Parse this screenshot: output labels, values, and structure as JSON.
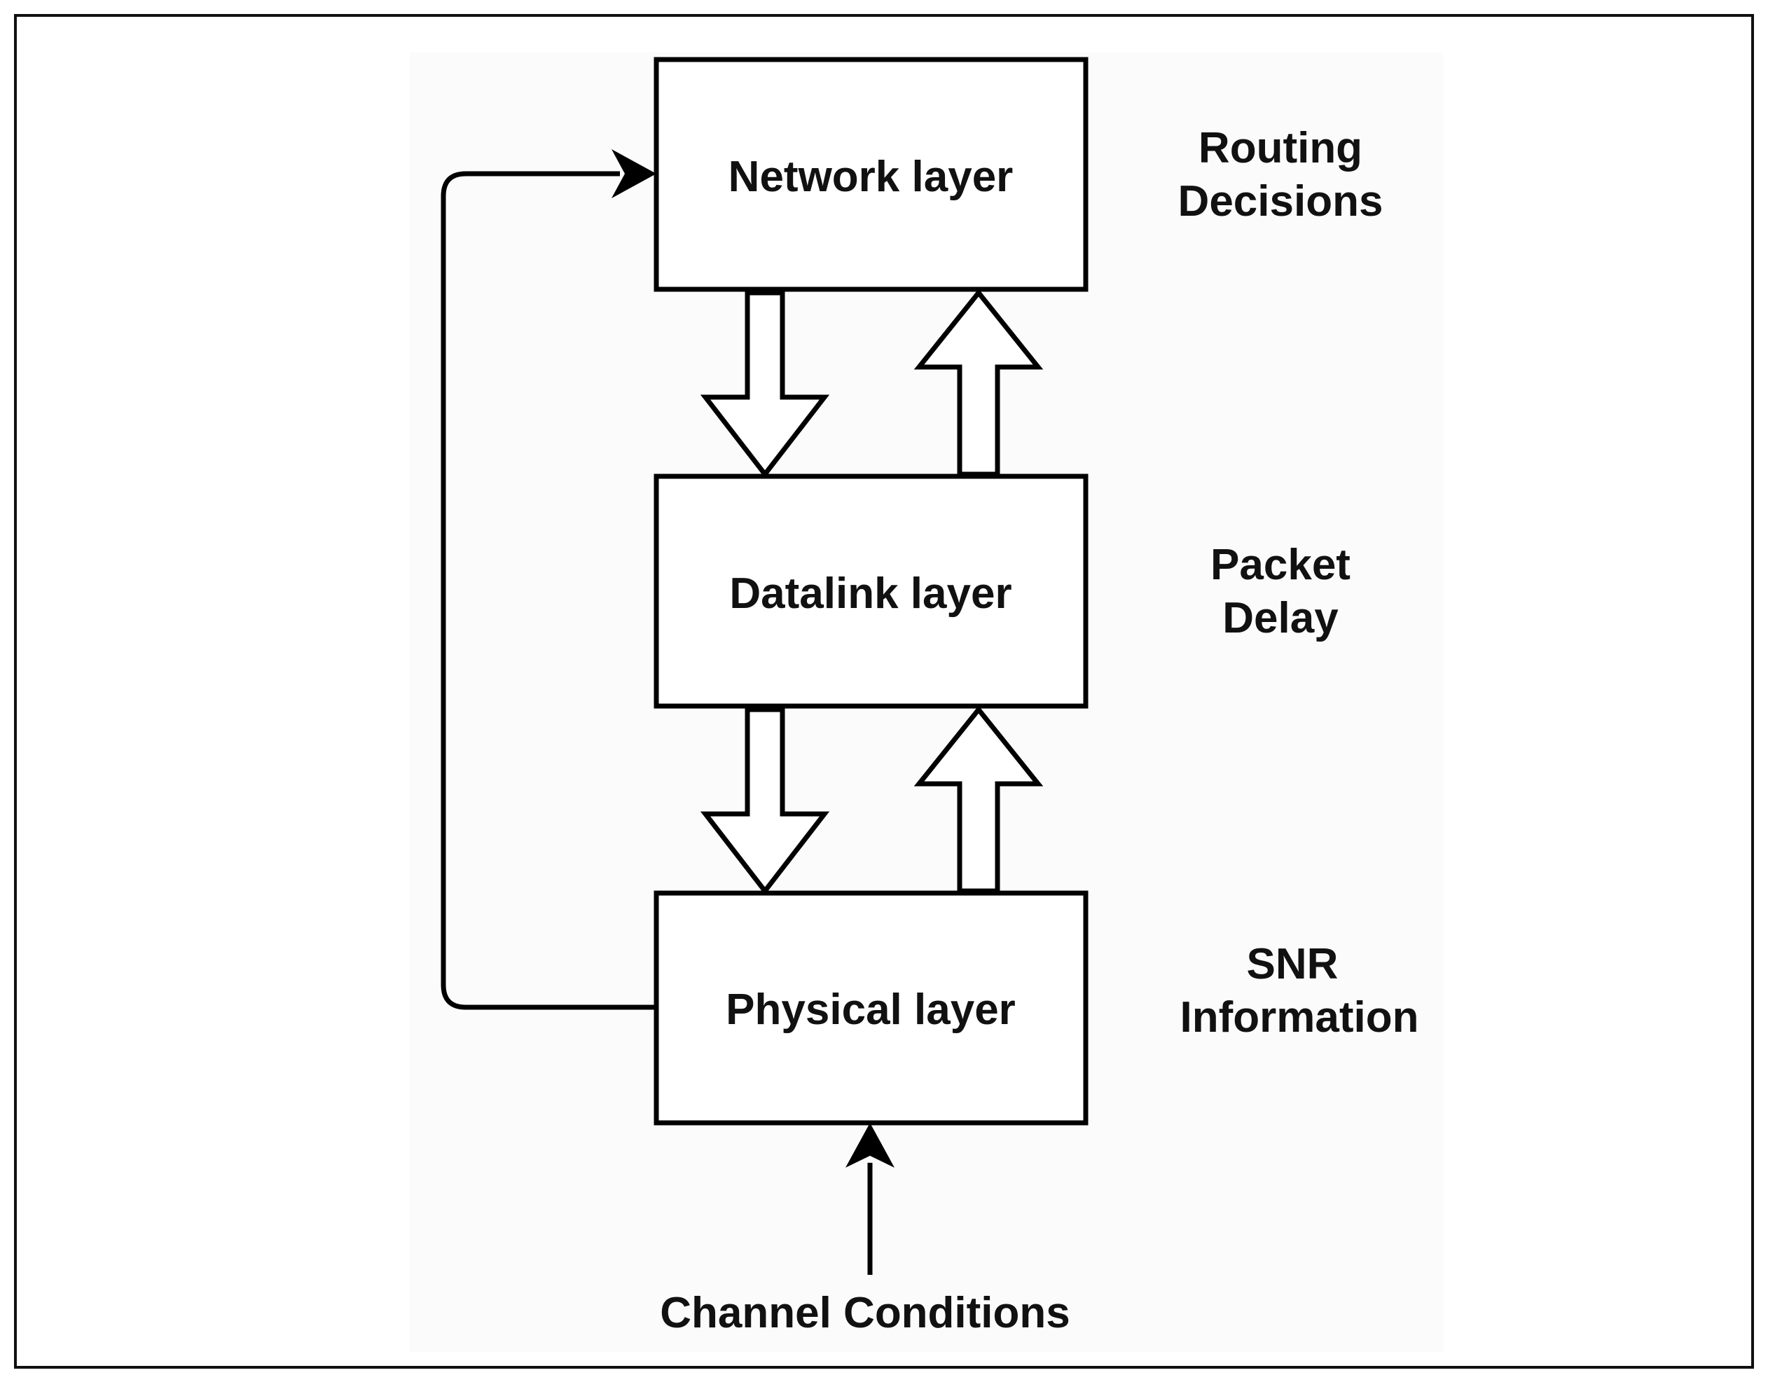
{
  "diagram": {
    "layers": [
      {
        "id": "network",
        "label": "Network layer"
      },
      {
        "id": "datalink",
        "label": "Datalink layer"
      },
      {
        "id": "physical",
        "label": "Physical layer"
      }
    ],
    "side_labels": {
      "network": [
        "Routing",
        "Decisions"
      ],
      "datalink": [
        "Packet",
        "Delay"
      ],
      "physical": [
        "SNR",
        "Information"
      ]
    },
    "input_label": "Channel Conditions",
    "edges": [
      {
        "from": "network",
        "to": "datalink",
        "style": "hollow-block-arrow"
      },
      {
        "from": "datalink",
        "to": "network",
        "style": "hollow-block-arrow"
      },
      {
        "from": "datalink",
        "to": "physical",
        "style": "hollow-block-arrow"
      },
      {
        "from": "physical",
        "to": "datalink",
        "style": "hollow-block-arrow"
      },
      {
        "from": "physical",
        "to": "network",
        "style": "feedback-line-arrow"
      },
      {
        "from": "channel-conditions",
        "to": "physical",
        "style": "line-arrow"
      }
    ]
  }
}
